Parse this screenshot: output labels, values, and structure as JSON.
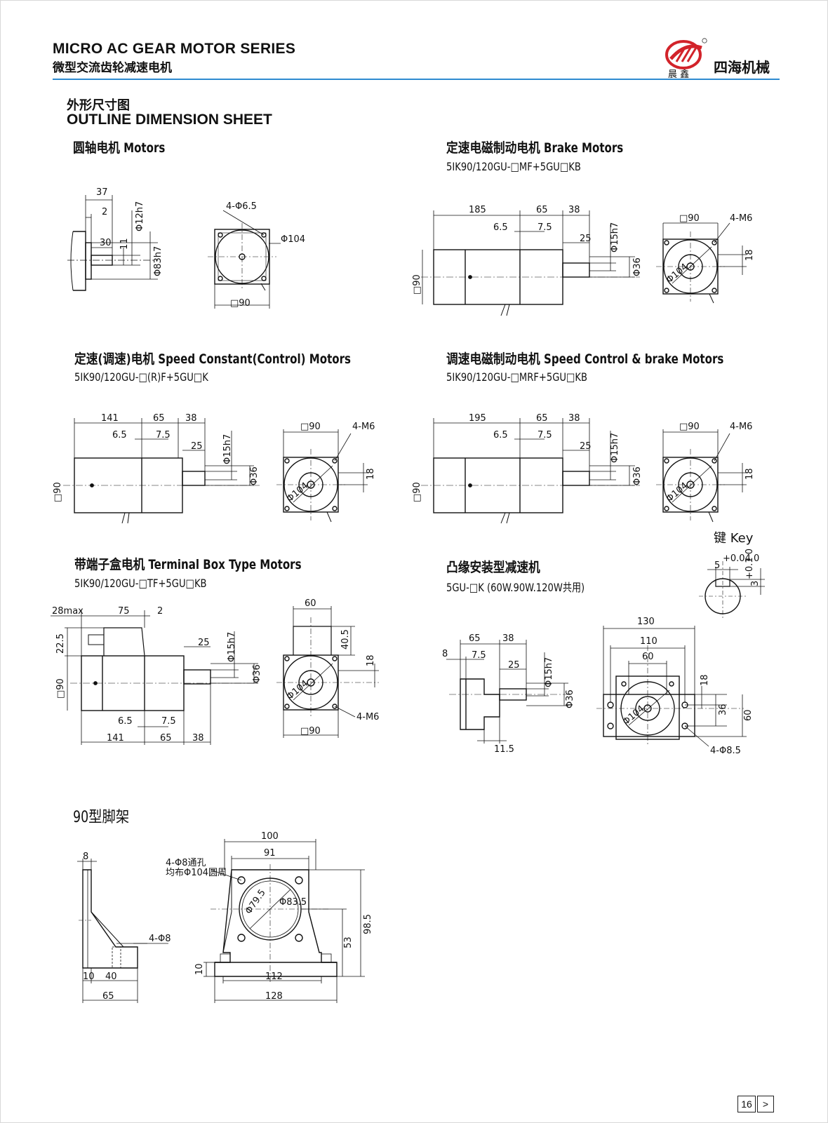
{
  "header": {
    "series_en": "MICRO AC GEAR MOTOR SERIES",
    "series_cn": "微型交流齿轮减速电机",
    "brand_cn": "四海机械",
    "logo_text": "晨 鑫",
    "accent_color": "#2e8bd0",
    "logo_color": "#d2232a"
  },
  "sheet": {
    "title_cn": "外形尺寸图",
    "title_en": "OUTLINE DIMENSION SHEET"
  },
  "sections": {
    "round_shaft": {
      "title": "圆轴电机 Motors",
      "dims": {
        "d37": "37",
        "d2": "2",
        "d30": "30",
        "d11": "11",
        "shaft": "Φ12h7",
        "pilot": "Φ83h7",
        "holes": "4-Φ6.5",
        "pcd": "Φ104",
        "square": "□90"
      }
    },
    "brake": {
      "title": "定速电磁制动电机 Brake Motors",
      "model": "5IK90/120GU-□MF+5GU□KB",
      "dims": {
        "d185": "185",
        "d65": "65",
        "d38": "38",
        "d6_5": "6.5",
        "d7_5": "7.5",
        "d25": "25",
        "shaft": "Φ15h7",
        "pilot": "Φ36",
        "square": "□90",
        "holes": "4-M6",
        "pcd": "Φ104",
        "d18": "18"
      }
    },
    "speed_constant": {
      "title": "定速(调速)电机 Speed Constant(Control) Motors",
      "model": "5IK90/120GU-□(R)F+5GU□K",
      "dims": {
        "d141": "141",
        "d65": "65",
        "d38": "38",
        "d6_5": "6.5",
        "d7_5": "7.5",
        "d25": "25",
        "shaft": "Φ15h7",
        "pilot": "Φ36",
        "square": "□90",
        "holes": "4-M6",
        "pcd": "Φ104",
        "d18": "18"
      }
    },
    "speed_control_brake": {
      "title": "调速电磁制动电机 Speed Control & brake Motors",
      "model": "5IK90/120GU-□MRF+5GU□KB",
      "dims": {
        "d195": "195",
        "d65": "65",
        "d38": "38",
        "d6_5": "6.5",
        "d7_5": "7.5",
        "d25": "25",
        "shaft": "Φ15h7",
        "pilot": "Φ36",
        "square": "□90",
        "holes": "4-M6",
        "pcd": "Φ104",
        "d18": "18"
      }
    },
    "key": {
      "label": "键 Key",
      "width": "5",
      "width_tol": "+0.04\n0",
      "depth": "3",
      "depth_tol": "+0.1\n0"
    },
    "terminal_box": {
      "title": "带端子盒电机 Terminal Box Type Motors",
      "model": "5IK90/120GU-□TF+5GU□KB",
      "dims": {
        "d28max": "28max",
        "d75": "75",
        "d2": "2",
        "d22_5": "22.5",
        "square": "□90",
        "d25": "25",
        "shaft": "Φ15h7",
        "pilot": "Φ36",
        "d6_5": "6.5",
        "d7_5": "7.5",
        "d141": "141",
        "d65": "65",
        "d38": "38",
        "d60": "60",
        "d40_5": "40.5",
        "d18": "18",
        "pcd": "Φ104",
        "holes": "4-M6"
      }
    },
    "flange": {
      "title": "凸缘安装型减速机",
      "model": "5GU-□K (60W.90W.120W共用)",
      "dims": {
        "d8": "8",
        "d65": "65",
        "d38": "38",
        "d7_5": "7.5",
        "d25": "25",
        "shaft": "Φ15h7",
        "pilot": "Φ36",
        "d11_5": "11.5",
        "d130": "130",
        "d110": "110",
        "d60": "60",
        "d18": "18",
        "d36": "36",
        "d60v": "60",
        "pcd": "Φ104",
        "holes": "4-Φ8.5"
      }
    },
    "foot": {
      "title": "90型脚架",
      "dims": {
        "d8": "8",
        "holes": "4-Φ8",
        "d10": "10",
        "d40": "40",
        "d65": "65",
        "d100": "100",
        "d91": "91",
        "through_holes": "4-Φ8通孔",
        "pcd_note": "均布Φ104圆周",
        "d79_5": "Φ79.5",
        "d83_5": "Φ83.5",
        "d98_5": "98.5",
        "d53": "53",
        "d10b": "10",
        "d112": "112",
        "d128": "128"
      }
    }
  },
  "pager": {
    "page": "16",
    "next": ">"
  }
}
